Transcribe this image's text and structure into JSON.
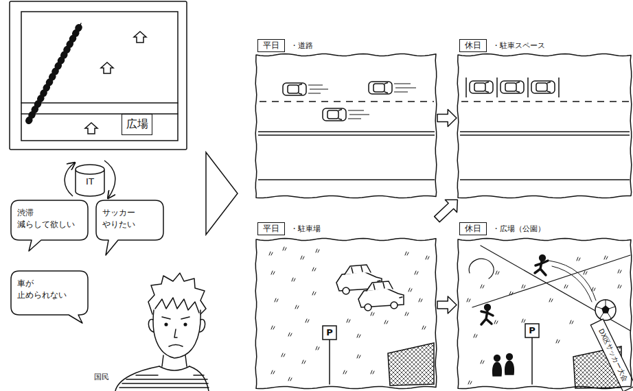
{
  "diagram": {
    "nodes": [
      {
        "text": [
          "広場"
        ]
      },
      {
        "text": [
          "IT"
        ]
      },
      {
        "text": [
          "渋滞 減らして欲しい"
        ]
      },
      {
        "text": [
          "サッカー やりたい"
        ]
      },
      {
        "text": [
          "車が 止められない"
        ]
      },
      {
        "text": [
          "平日",
          "・道路"
        ]
      },
      {
        "text": [
          "休日",
          "・駐車スペース"
        ]
      },
      {
        "text": [
          "平日",
          "・駐車場"
        ]
      },
      {
        "text": [
          "休日",
          "・広場（公園）"
        ]
      }
    ],
    "edges": [
      {
        "from": 5,
        "to": 6,
        "arrow": "to"
      },
      {
        "from": 7,
        "to": 6,
        "arrow": "to"
      },
      {
        "from": 7,
        "to": 8,
        "arrow": "to"
      }
    ],
    "labels": [
      "国民",
      "P",
      "P",
      "DX区サッカー大会"
    ]
  }
}
